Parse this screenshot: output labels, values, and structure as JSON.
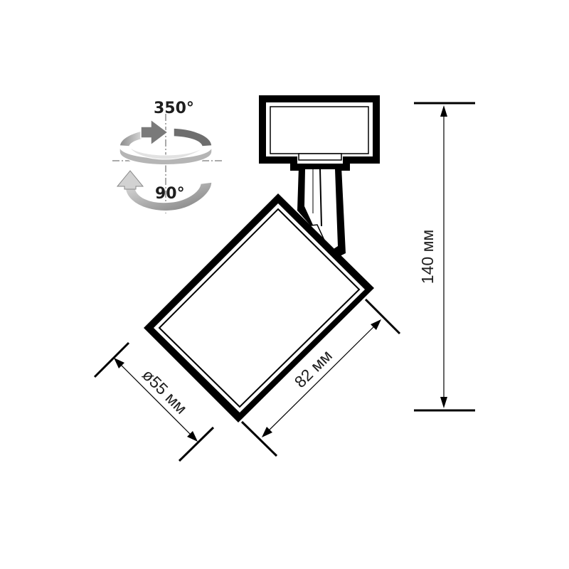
{
  "rotation": {
    "horizontal_angle": "350°",
    "vertical_angle": "90°"
  },
  "dimensions": {
    "height": "140 мм",
    "length": "82 мм",
    "diameter": "ø55 мм"
  },
  "colors": {
    "line": "#000000",
    "text": "#1e1e1e",
    "arrow_dark": "#6e6e6e",
    "arrow_light": "#c8c8c8",
    "arrow_outline": "#ffffff"
  }
}
